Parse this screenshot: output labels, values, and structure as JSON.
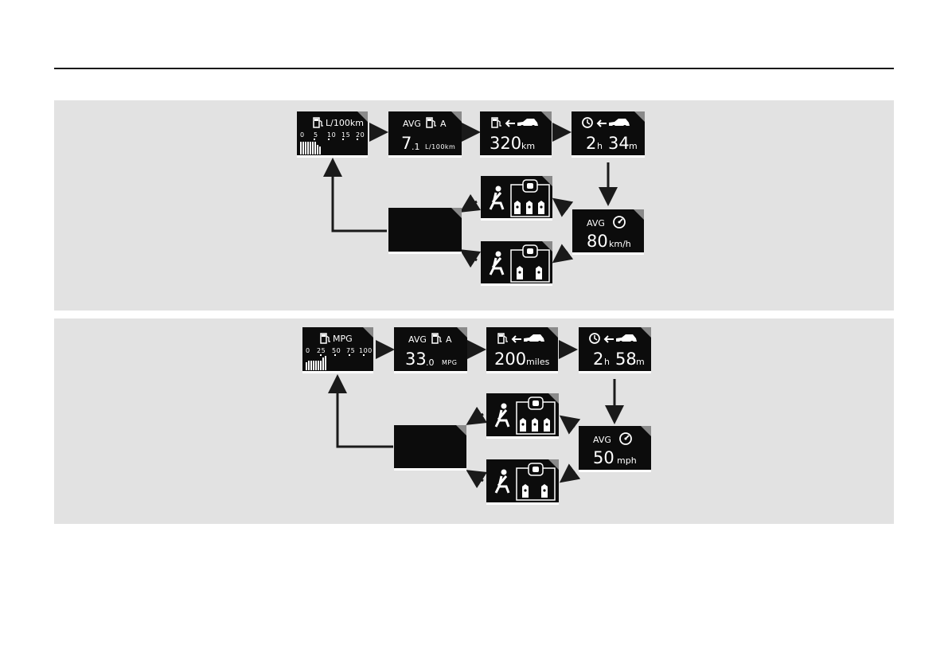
{
  "metric": {
    "fuel_graph": {
      "unit": "L/100km",
      "scale": [
        "0",
        "5",
        "10",
        "15",
        "20"
      ]
    },
    "avg_fuel": {
      "label": "AVG",
      "trip": "A",
      "value_int": "7",
      "value_dec": ".1",
      "unit": "L/100km"
    },
    "range": {
      "value": "320",
      "unit": "km"
    },
    "time": {
      "hours": "2",
      "h": "h",
      "minutes": "34",
      "m": "m"
    },
    "avg_speed": {
      "label": "AVG",
      "value": "80",
      "unit": "km/h"
    }
  },
  "imperial": {
    "fuel_graph": {
      "unit": "MPG",
      "scale": [
        "0",
        "25",
        "50",
        "75",
        "100"
      ]
    },
    "avg_fuel": {
      "label": "AVG",
      "trip": "A",
      "value_int": "33",
      "value_dec": ".0",
      "unit": "MPG"
    },
    "range": {
      "value": "200",
      "unit": "miles"
    },
    "time": {
      "hours": "2",
      "h": "h",
      "minutes": "58",
      "m": "m"
    },
    "avg_speed": {
      "label": "AVG",
      "value": "50",
      "unit": "mph"
    }
  },
  "icons": [
    "fuel-pump-icon",
    "car-icon",
    "clock-icon",
    "speedometer-icon",
    "seatbelt-icon",
    "seat-occupancy-icon"
  ],
  "colors": {
    "screen": "#0c0c0c",
    "panel": "#e2e2e2",
    "arrow": "#1a1a1a"
  }
}
